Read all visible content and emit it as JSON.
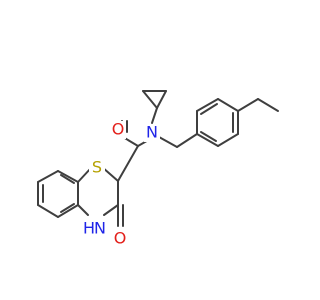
{
  "molecule": {
    "atoms": {
      "sulfur": {
        "symbol": "S",
        "color": "#b5a100"
      },
      "nitrogen_amide": {
        "symbol": "N",
        "color": "#1f24e8"
      },
      "nitrogen_ring": {
        "symbol": "N",
        "color": "#1f24e8",
        "h": "H"
      },
      "oxygen_chain": {
        "symbol": "O",
        "color": "#e3201b"
      },
      "oxygen_ring": {
        "symbol": "O",
        "color": "#e3201b"
      }
    },
    "bond_color": "#3f3f3f"
  }
}
